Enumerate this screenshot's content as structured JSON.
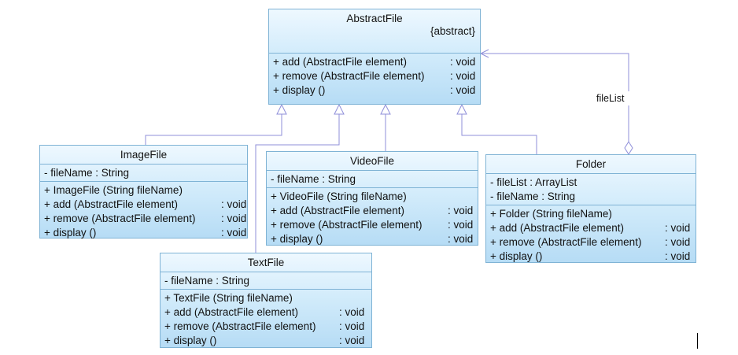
{
  "classes": {
    "abstractfile": {
      "name": "AbstractFile",
      "stereotype": "{abstract}",
      "operations": [
        {
          "text": "+  add (AbstractFile element)",
          "ret": ": void"
        },
        {
          "text": "+  remove (AbstractFile element)",
          "ret": ": void"
        },
        {
          "text": "+  display ()",
          "ret": ": void"
        }
      ]
    },
    "imagefile": {
      "name": "ImageFile",
      "attributes": [
        {
          "text": "-  fileName  : String"
        }
      ],
      "operations": [
        {
          "text": "+  ImageFile (String fileName)",
          "ret": ""
        },
        {
          "text": "+  add (AbstractFile element)",
          "ret": ": void"
        },
        {
          "text": "+  remove (AbstractFile element)",
          "ret": ": void"
        },
        {
          "text": "+  display ()",
          "ret": ": void"
        }
      ]
    },
    "videofile": {
      "name": "VideoFile",
      "attributes": [
        {
          "text": "-  fileName  : String"
        }
      ],
      "operations": [
        {
          "text": "+  VideoFile (String fileName)",
          "ret": ""
        },
        {
          "text": "+  add (AbstractFile element)",
          "ret": ": void"
        },
        {
          "text": "+  remove (AbstractFile element)",
          "ret": ": void"
        },
        {
          "text": "+  display ()",
          "ret": ": void"
        }
      ]
    },
    "folder": {
      "name": "Folder",
      "attributes": [
        {
          "text": "-  fileList     : ArrayList"
        },
        {
          "text": "-  fileName  : String"
        }
      ],
      "operations": [
        {
          "text": "+  Folder (String fileName)",
          "ret": ""
        },
        {
          "text": "+  add (AbstractFile element)",
          "ret": ": void"
        },
        {
          "text": "+  remove (AbstractFile element)",
          "ret": ": void"
        },
        {
          "text": "+  display ()",
          "ret": ": void"
        }
      ]
    },
    "textfile": {
      "name": "TextFile",
      "attributes": [
        {
          "text": "-  fileName  : String"
        }
      ],
      "operations": [
        {
          "text": "+  TextFile (String fileName)",
          "ret": ""
        },
        {
          "text": "+  add (AbstractFile element)",
          "ret": ": void"
        },
        {
          "text": "+  remove (AbstractFile element)",
          "ret": ": void"
        },
        {
          "text": "+  display ()",
          "ret": ": void"
        }
      ]
    }
  },
  "associations": {
    "filelist_label": "fileList"
  },
  "colors": {
    "box_border": "#7fb3d5",
    "connector": "#8f8fd9",
    "box_fill_top": "#eef8ff",
    "box_fill_bottom": "#b6dcf5"
  }
}
